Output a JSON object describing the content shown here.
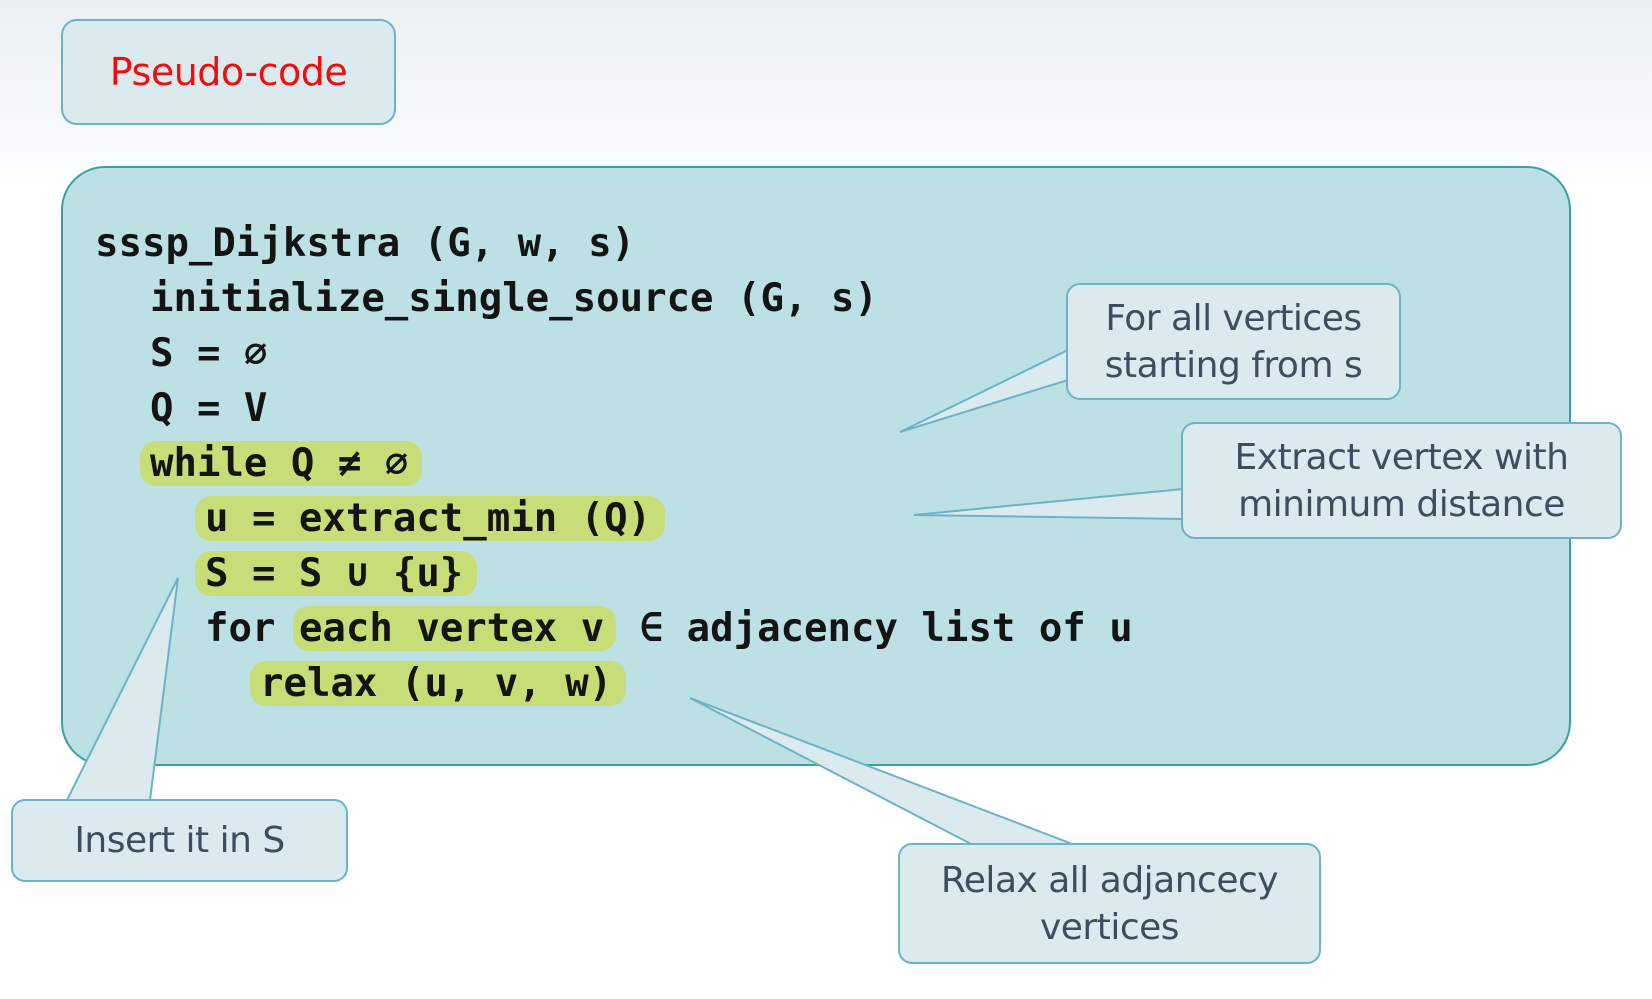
{
  "title": "Pseudo-code",
  "code": [
    "sssp_Dijkstra (G, w, s)",
    "initialize_single_source (G, s)",
    "S = ∅",
    "Q = V",
    "while Q ≠ ∅",
    "u = extract_min (Q)",
    "S = S ∪ {u}",
    "for",
    "each vertex v",
    "∈ adjacency list of u",
    "relax (u, v, w)"
  ],
  "callouts": {
    "all_vertices": [
      "For all vertices",
      "starting from s"
    ],
    "extract": [
      "Extract vertex with",
      "minimum distance"
    ],
    "insert": [
      "Insert it in S"
    ],
    "relax": [
      "Relax all adjancecy",
      "vertices"
    ]
  },
  "colors": {
    "title_text": "#f20d0d",
    "panel_fill": "#bde0e4",
    "panel_border": "#38a1a8",
    "highlight": "#c6dd78",
    "callout_fill": "#daeaef",
    "callout_border": "#6cb3c6",
    "callout_text": "#3d4e5f",
    "code_text": "#141414"
  }
}
